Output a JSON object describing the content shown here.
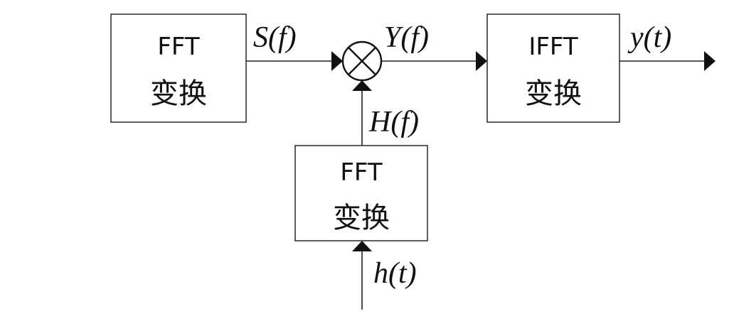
{
  "blocks": {
    "fft_top": {
      "line1": "FFT",
      "line2": "变换"
    },
    "ifft": {
      "line1": "IFFT",
      "line2": "变换"
    },
    "fft_bottom": {
      "line1": "FFT",
      "line2": "变换"
    }
  },
  "signals": {
    "s_f": "S(f)",
    "y_f": "Y(f)",
    "y_t": "y(t)",
    "h_f": "H(f)",
    "h_t": "h(t)"
  },
  "operator": {
    "symbol_name": "multiply-circle-icon"
  }
}
